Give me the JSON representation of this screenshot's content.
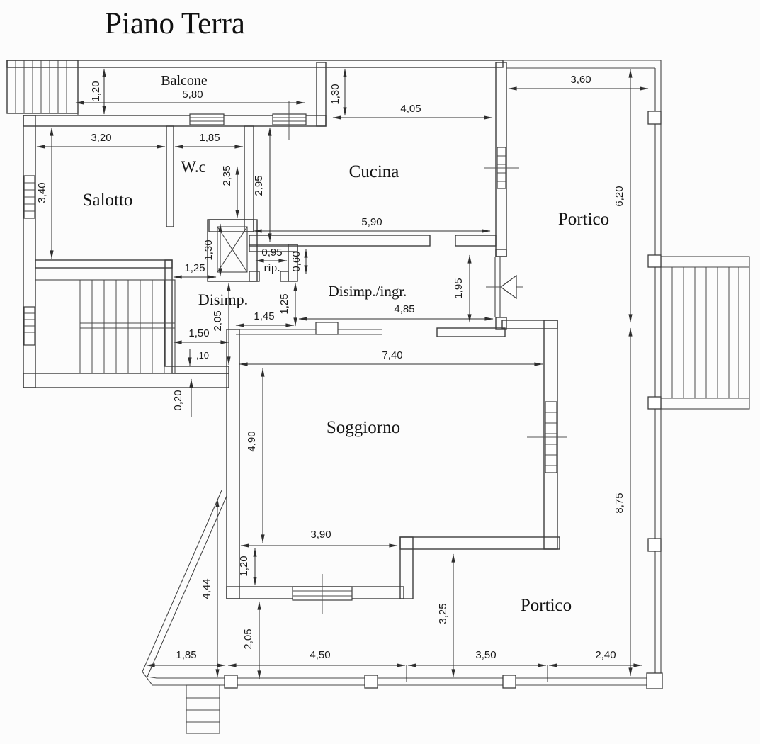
{
  "title": "Piano Terra",
  "rooms": {
    "balcone": "Balcone",
    "salotto": "Salotto",
    "wc": "W.c",
    "cucina": "Cucina",
    "portico_top": "Portico",
    "disimp": "Disimp.",
    "rip": "rip.",
    "ingresso": "Disimp./ingr.",
    "soggiorno": "Soggiorno",
    "portico_bottom": "Portico"
  },
  "dims": {
    "balcone_width": "5,80",
    "balcone_depth": "1,20",
    "salotto_width": "3,20",
    "salotto_height": "3,40",
    "wc_width": "1,85",
    "wc_height": "2,35",
    "cucina_top_height": "1,30",
    "cucina_top_width": "4,05",
    "cucina_height": "2,95",
    "cucina_width": "5,90",
    "portico_top_width": "3,60",
    "portico_top_height": "6,20",
    "portico_right_height": "8,75",
    "lift_height": "1,30",
    "disimp_width": "1,25",
    "disimp_height": "2,05",
    "disimp_lower_width": "1,50",
    "disimp_step": ",10",
    "wall_offset": "0,20",
    "rip_width": "0,95",
    "rip_depth": "0,60",
    "ingresso_width": "4,85",
    "ingresso_left": "1,45",
    "ingresso_height": "1,25",
    "door_height": "1,95",
    "soggiorno_width": "7,40",
    "soggiorno_height": "4,90",
    "soggiorno_lower_width": "3,90",
    "soggiorno_offset": "1,20",
    "ramp_length": "4,44",
    "ramp_base": "1,85",
    "portico_bottom_height": "3,25",
    "portico_bottom_left_height": "2,05",
    "bottom_width_1": "4,50",
    "bottom_width_2": "3,50",
    "bottom_width_3": "2,40"
  }
}
